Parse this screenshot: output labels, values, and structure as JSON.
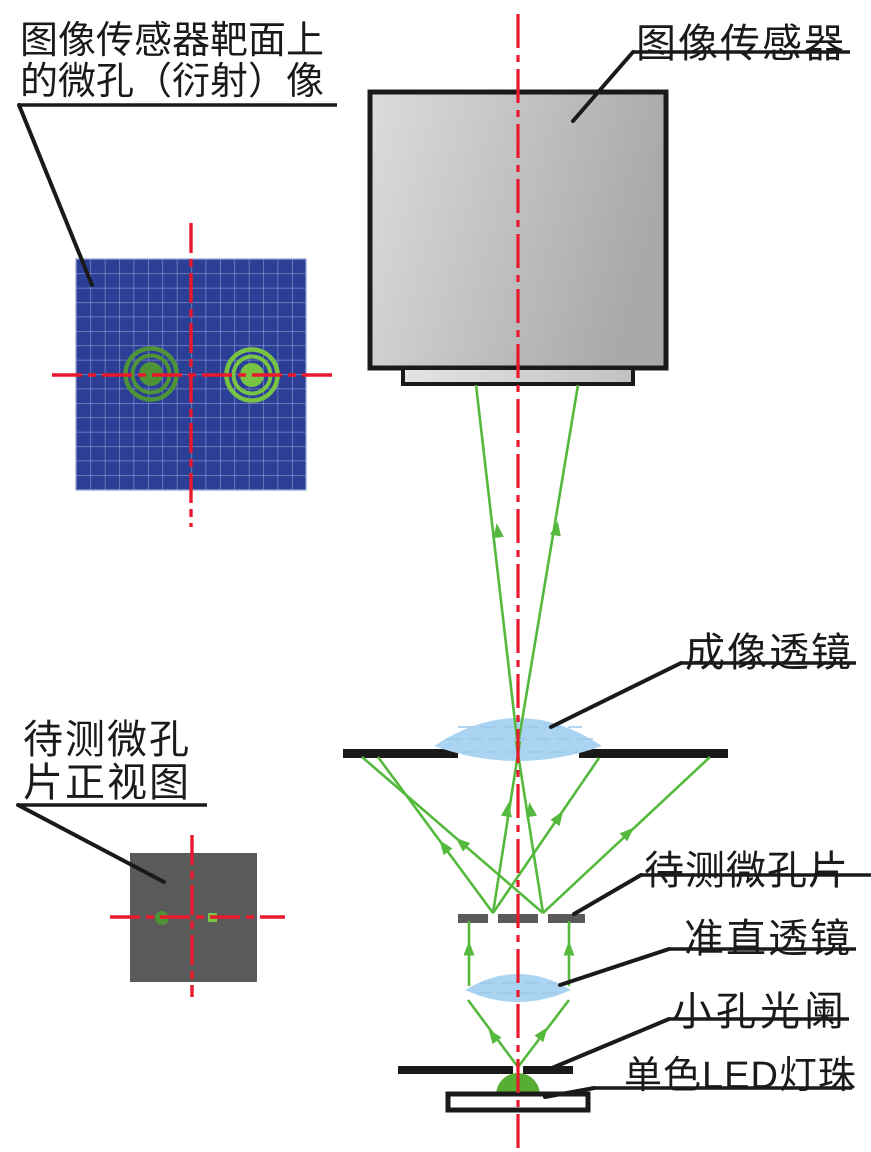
{
  "labels": {
    "diffraction_image": {
      "line1": "图像传感器靶面上",
      "line2": "的微孔（衍射）像"
    },
    "image_sensor": {
      "text": "图像传感器"
    },
    "imaging_lens": {
      "text": "成像透镜"
    },
    "microhole_plate": {
      "text": "待测微孔片"
    },
    "collimating_lens": {
      "text": "准直透镜"
    },
    "pinhole_aperture": {
      "text": "小孔光阑"
    },
    "led": {
      "text": "单色LED灯珠"
    },
    "front_view": {
      "line1": "待测微孔",
      "line2": "片正视图"
    }
  },
  "colors": {
    "ink": "#1a1a1a",
    "axis_red": "#e8192c",
    "ray_green": "#54b93c",
    "lens_blue": "#aad4f2",
    "lens_streak": "#9cc9e8",
    "grid_blue": "#2b3f97",
    "grid_line": "#8e9cce",
    "panel_gray": "#5a5a5a",
    "dome_green": "#58ad33",
    "ring_green_left": "#4f9338",
    "ring_green_right": "#79c344",
    "sensor_light": "#dcdcdc",
    "sensor_dark": "#a9a9a9",
    "page_bg": "#ffffff"
  }
}
